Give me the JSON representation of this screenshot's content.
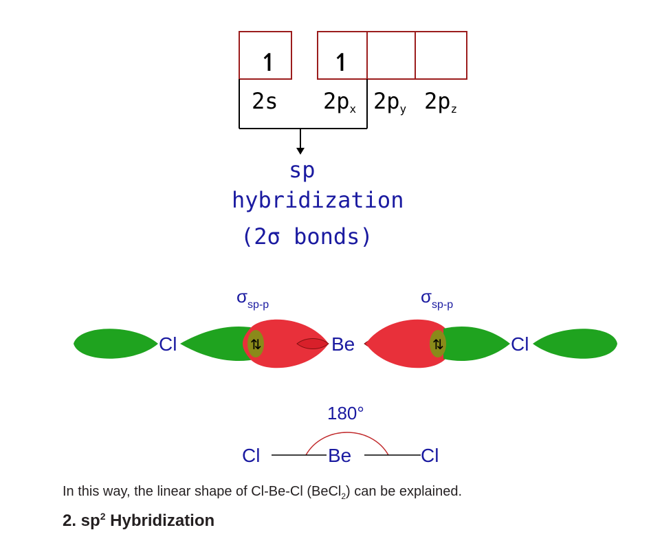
{
  "orbitals": {
    "electron_symbol": "↿",
    "labels": {
      "s": "2s",
      "px": "2p",
      "px_sub": "x",
      "py": "2p",
      "py_sub": "y",
      "pz": "2p",
      "pz_sub": "z"
    },
    "box_color": "#9b1c1c"
  },
  "hybrid": {
    "line1": "sp",
    "line2": "hybridization",
    "line3": "(2σ bonds)",
    "color": "#1a1aa0"
  },
  "molecule": {
    "cl_left": "Cl",
    "be": "Be",
    "cl_right": "Cl",
    "sigma_symbol": "σ",
    "sigma_sub": "sp-p",
    "overlap_left": "⇅",
    "overlap_right": "⇅",
    "colors": {
      "cl_lobe": "#1fa31f",
      "be_lobe": "#e8303a",
      "overlap": "#8a8a1a"
    }
  },
  "geometry": {
    "angle": "180°",
    "atom_left": "Cl",
    "atom_center": "Be",
    "atom_right": "Cl"
  },
  "text": {
    "caption_before": "In this way, the linear shape of Cl-Be-Cl (BeCl",
    "caption_sub": "2",
    "caption_after": ") can be explained.",
    "heading_before": "2. sp",
    "heading_sup": "2",
    "heading_after": " Hybridization"
  }
}
